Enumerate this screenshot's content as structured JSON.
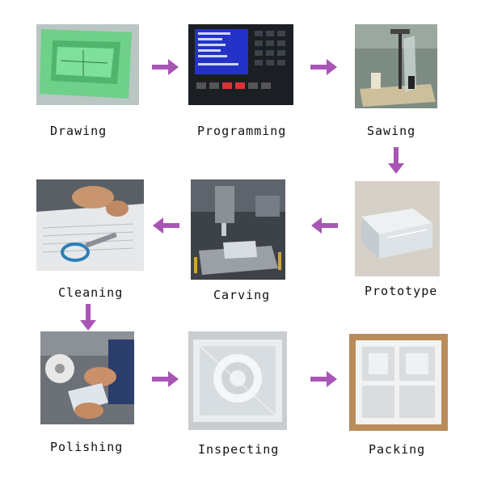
{
  "steps": {
    "drawing": "Drawing",
    "programming": "Programming",
    "sawing": "Sawing",
    "prototype": "Prototype",
    "carving": "Carving",
    "cleaning": "Cleaning",
    "polishing": "Polishing",
    "inspecting": "Inspecting",
    "packing": "Packing"
  },
  "colors": {
    "arrow": "#a855b5",
    "background": "#ffffff"
  },
  "icons": {
    "arrow": "arrow-icon"
  }
}
